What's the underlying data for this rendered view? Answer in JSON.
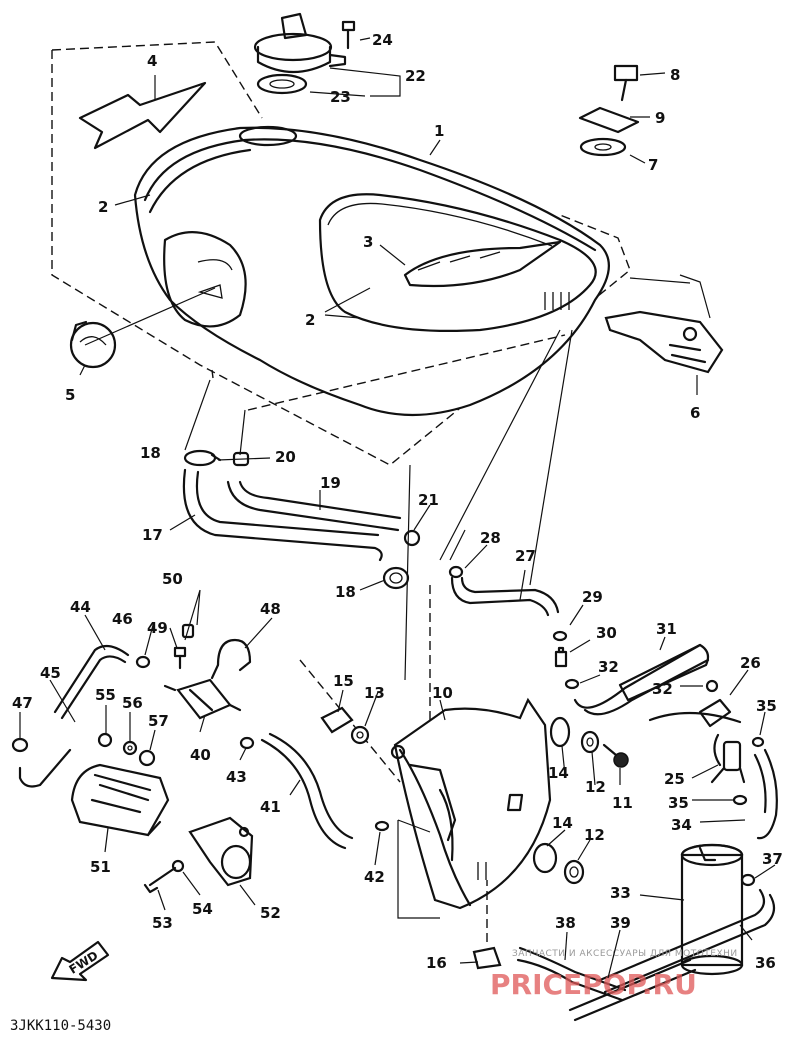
{
  "drawing_code": "3JKK110-5430",
  "fwd_label": "FWD",
  "watermark": {
    "line1": "ЗАПЧАСТИ И АКСЕССУАРЫ ДЛЯ МОТОТЕХНИ",
    "line2": "PRICEPOP.RU"
  },
  "callouts": [
    {
      "id": "c1",
      "text": "1"
    },
    {
      "id": "c2a",
      "text": "2"
    },
    {
      "id": "c2b",
      "text": "2"
    },
    {
      "id": "c3",
      "text": "3"
    },
    {
      "id": "c4",
      "text": "4"
    },
    {
      "id": "c5",
      "text": "5"
    },
    {
      "id": "c6",
      "text": "6"
    },
    {
      "id": "c7",
      "text": "7"
    },
    {
      "id": "c8",
      "text": "8"
    },
    {
      "id": "c9",
      "text": "9"
    },
    {
      "id": "c10",
      "text": "10"
    },
    {
      "id": "c11",
      "text": "11"
    },
    {
      "id": "c12a",
      "text": "12"
    },
    {
      "id": "c12b",
      "text": "12"
    },
    {
      "id": "c13",
      "text": "13"
    },
    {
      "id": "c14a",
      "text": "14"
    },
    {
      "id": "c14b",
      "text": "14"
    },
    {
      "id": "c15",
      "text": "15"
    },
    {
      "id": "c16",
      "text": "16"
    },
    {
      "id": "c17",
      "text": "17"
    },
    {
      "id": "c18a",
      "text": "18"
    },
    {
      "id": "c18b",
      "text": "18"
    },
    {
      "id": "c19",
      "text": "19"
    },
    {
      "id": "c20",
      "text": "20"
    },
    {
      "id": "c21",
      "text": "21"
    },
    {
      "id": "c22",
      "text": "22"
    },
    {
      "id": "c23",
      "text": "23"
    },
    {
      "id": "c24",
      "text": "24"
    },
    {
      "id": "c25",
      "text": "25"
    },
    {
      "id": "c26",
      "text": "26"
    },
    {
      "id": "c27",
      "text": "27"
    },
    {
      "id": "c28",
      "text": "28"
    },
    {
      "id": "c29",
      "text": "29"
    },
    {
      "id": "c30",
      "text": "30"
    },
    {
      "id": "c31",
      "text": "31"
    },
    {
      "id": "c32a",
      "text": "32"
    },
    {
      "id": "c32b",
      "text": "32"
    },
    {
      "id": "c33",
      "text": "33"
    },
    {
      "id": "c34",
      "text": "34"
    },
    {
      "id": "c35a",
      "text": "35"
    },
    {
      "id": "c35b",
      "text": "35"
    },
    {
      "id": "c36",
      "text": "36"
    },
    {
      "id": "c37",
      "text": "37"
    },
    {
      "id": "c38",
      "text": "38"
    },
    {
      "id": "c39",
      "text": "39"
    },
    {
      "id": "c40",
      "text": "40"
    },
    {
      "id": "c41",
      "text": "41"
    },
    {
      "id": "c42",
      "text": "42"
    },
    {
      "id": "c43",
      "text": "43"
    },
    {
      "id": "c44",
      "text": "44"
    },
    {
      "id": "c45",
      "text": "45"
    },
    {
      "id": "c46",
      "text": "46"
    },
    {
      "id": "c47",
      "text": "47"
    },
    {
      "id": "c48",
      "text": "48"
    },
    {
      "id": "c49",
      "text": "49"
    },
    {
      "id": "c50",
      "text": "50"
    },
    {
      "id": "c51",
      "text": "51"
    },
    {
      "id": "c52",
      "text": "52"
    },
    {
      "id": "c53",
      "text": "53"
    },
    {
      "id": "c54",
      "text": "54"
    },
    {
      "id": "c55",
      "text": "55"
    },
    {
      "id": "c56",
      "text": "56"
    },
    {
      "id": "c57",
      "text": "57"
    }
  ]
}
